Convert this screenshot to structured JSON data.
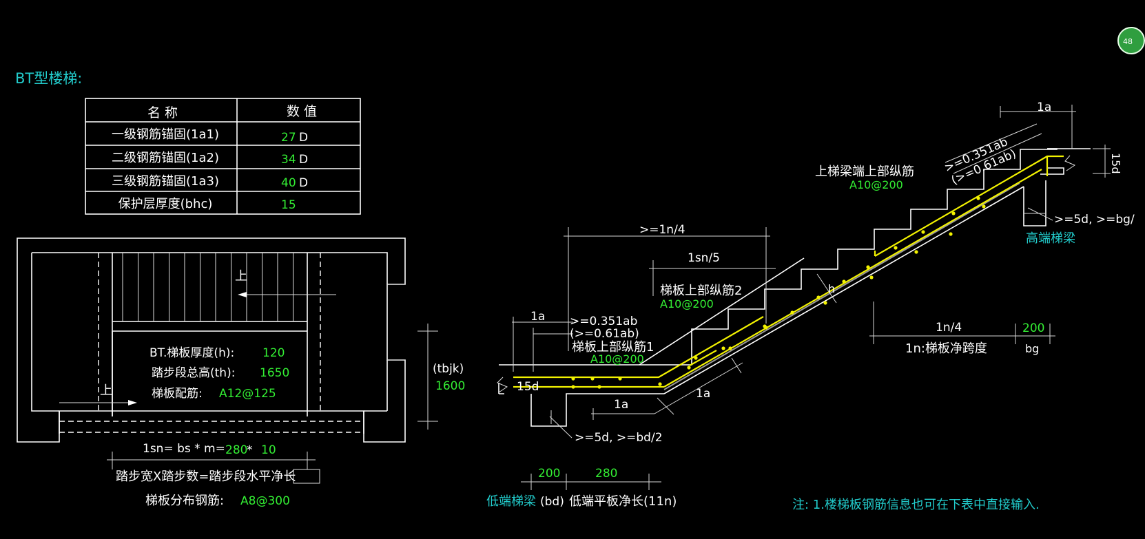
{
  "title": "BT型楼梯:",
  "table": {
    "header_name": "名 称",
    "header_value": "数 值",
    "rows": [
      {
        "name": "一级钢筋锚固(1a1)",
        "value": "27",
        "unit": "D"
      },
      {
        "name": "二级钢筋锚固(1a2)",
        "value": "34",
        "unit": "D"
      },
      {
        "name": "三级钢筋锚固(1a3)",
        "value": "40",
        "unit": "D"
      },
      {
        "name": "保护层厚度(bhc)",
        "value": "15",
        "unit": ""
      }
    ]
  },
  "plan": {
    "up_label": "上",
    "thickness_label": "BT.梯板厚度(h):",
    "thickness_value": "120",
    "height_label": "踏步段总高(th):",
    "height_value": "1650",
    "rebar_label": "梯板配筋:",
    "rebar_value": "A12@125",
    "tbjk_label": "(tbjk)",
    "tbjk_value": "1600",
    "lsn_label": "1sn= bs * m=",
    "bs_value": "280",
    "times": "*",
    "m_value": "10",
    "formula": "踏步宽X踏步数=踏步段水平净长",
    "dist_label": "梯板分布钢筋:",
    "dist_value": "A8@300"
  },
  "section": {
    "ln4_top": ">=1n/4",
    "lsn5": "1sn/5",
    "top_bar2_label": "梯板上部纵筋2",
    "top_bar2_value": "A10@200",
    "la_left": "1a",
    "anchor_a": ">=0.351ab",
    "anchor_b": "(>=0.61ab)",
    "top_bar1_label": "梯板上部纵筋1",
    "top_bar1_value": "A10@200",
    "d15": "15d",
    "la_bottom1": "1a",
    "la_bottom2": "1a",
    "d5_bottom": ">=5d, >=bd/2",
    "dim_200": "200",
    "dim_280": "280",
    "low_beam": "低端梯梁",
    "bd": "(bd)",
    "low_slab": "低端平板净长(11n)",
    "la_top": "1a",
    "anchor_top_a": ">=0.351ab",
    "anchor_top_b": "(>=0.61ab)",
    "upper_beam_bar_label": "上梯梁端上部纵筋",
    "upper_beam_bar_value": "A10@200",
    "d15_right": "15d",
    "d5_right": ">=5d, >=bg/",
    "high_beam": "高端梯梁",
    "h_label": "h",
    "ln4_right": "1n/4",
    "dim_200_right": "200",
    "ln_label": "1n:梯板净跨度",
    "bg": "bg",
    "note": "注: 1.楼梯板钢筋信息也可在下表中直接输入."
  },
  "badge": "48",
  "colors": {
    "background": "#000000",
    "text": "#ffffff",
    "value": "#33ee33",
    "cyan": "#22cccc",
    "rebar": "#f2f200"
  }
}
